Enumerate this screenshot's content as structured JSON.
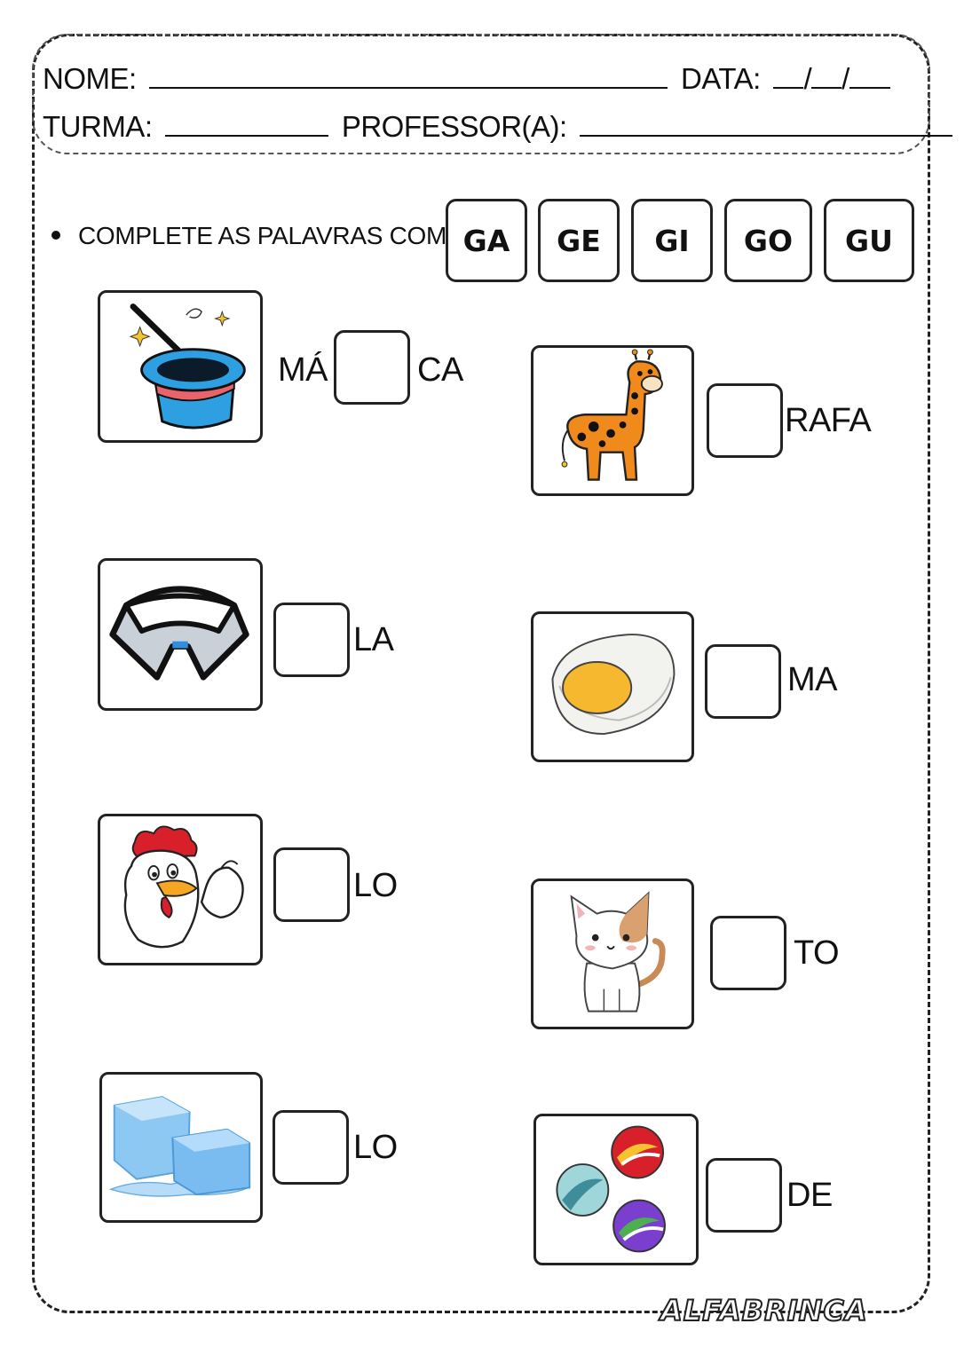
{
  "header": {
    "nome_label": "NOME:",
    "data_label": "DATA:",
    "data_slashes": "/",
    "turma_label": "TURMA:",
    "professor_label": "PROFESSOR(A):"
  },
  "instruction": "COMPLETE AS PALAVRAS COM",
  "syllables": [
    "GA",
    "GE",
    "GI",
    "GO",
    "GU"
  ],
  "items": [
    {
      "image": "magic-hat",
      "prefix": "MÁ",
      "suffix": "CA"
    },
    {
      "image": "giraffe",
      "prefix": "",
      "suffix": "RAFA"
    },
    {
      "image": "shirt-collar",
      "prefix": "",
      "suffix": "LA"
    },
    {
      "image": "boiled-egg",
      "prefix": "",
      "suffix": "MA"
    },
    {
      "image": "rooster",
      "prefix": "",
      "suffix": "LO"
    },
    {
      "image": "cat",
      "prefix": "",
      "suffix": "TO"
    },
    {
      "image": "ice-cubes",
      "prefix": "",
      "suffix": "LO"
    },
    {
      "image": "marbles",
      "prefix": "",
      "suffix": "DE"
    }
  ],
  "brand": "ALFABRINCA"
}
